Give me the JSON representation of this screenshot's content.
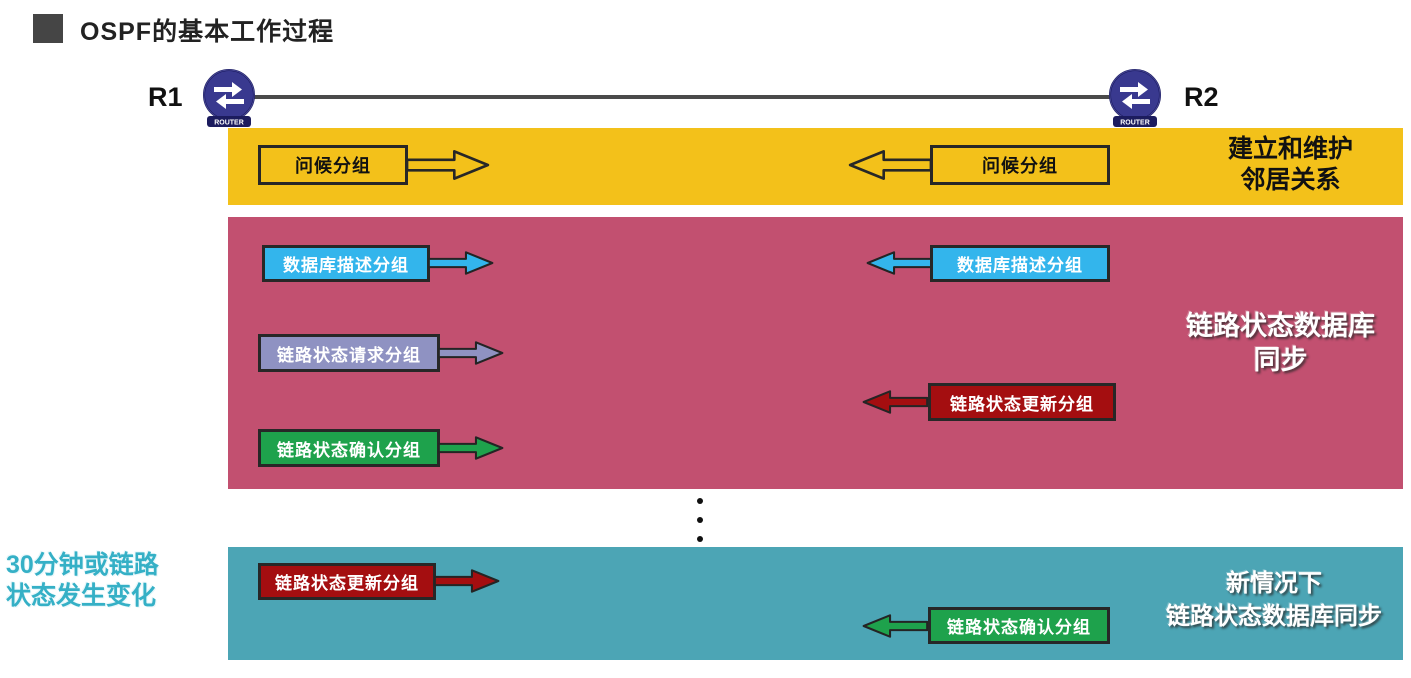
{
  "title": {
    "text": "OSPF的基本工作过程"
  },
  "topology": {
    "router_left": "R1",
    "router_right": "R2",
    "router_caption": "ROUTER"
  },
  "packets": {
    "hello_left": "问候分组",
    "hello_right": "问候分组",
    "dbd_left": "数据库描述分组",
    "dbd_right": "数据库描述分组",
    "lsr_left": "链路状态请求分组",
    "lsu_right": "链路状态更新分组",
    "lsack_left": "链路状态确认分组",
    "lsu_left_new": "链路状态更新分组",
    "lsack_right_new": "链路状态确认分组"
  },
  "bands": {
    "hello": {
      "caption_line1": "建立和维护",
      "caption_line2": "邻居关系"
    },
    "sync": {
      "caption_line1": "链路状态数据库",
      "caption_line2": "同步"
    },
    "update": {
      "caption_line1": "新情况下",
      "caption_line2": "链路状态数据库同步"
    }
  },
  "side_note": {
    "line1": "30分钟或链路",
    "line2": "状态发生变化"
  },
  "colors": {
    "band_hello": "#F3C11A",
    "band_sync": "#C25070",
    "band_update": "#4CA5B5",
    "packet_hello_outline": "#272727",
    "packet_dbd": "#33B5EC",
    "packet_lsr": "#8F92C2",
    "packet_lsu": "#A40E10",
    "packet_lsack": "#1EA24C",
    "side_note_text": "#35B0C6",
    "router_icon": "#39398F"
  }
}
